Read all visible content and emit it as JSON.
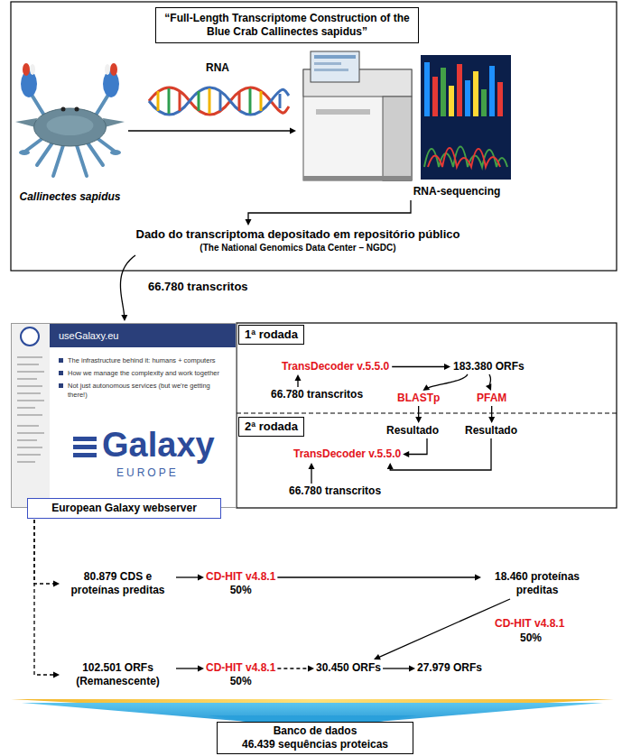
{
  "diagram": {
    "nodes": [
      {
        "text": [
          "“Full-Length Transcriptome Construction of the Blue Crab Callinectes sapidus”"
        ]
      },
      {
        "text": [
          "Callinectes sapidus"
        ]
      },
      {
        "text": [
          "RNA-sequencing"
        ]
      },
      {
        "text": [
          "Dado do transcriptoma depositado em repositório público",
          "(The National Genomics Data Center – NGDC)"
        ]
      },
      {
        "text": [
          "useGalaxy.eu",
          "The infrastructure behind it: humans + computers",
          "How we manage the complexity and work together",
          "Not just autonomous services (but we're getting there!)",
          "Galaxy",
          "EUROPE"
        ]
      },
      {
        "text": [
          "European Galaxy webserver"
        ]
      },
      {
        "text": [
          "1ª rodada"
        ]
      },
      {
        "text": [
          "TransDecoder v.5.5.0"
        ]
      },
      {
        "text": [
          "183.380 ORFs"
        ]
      },
      {
        "text": [
          "66.780 transcritos"
        ]
      },
      {
        "text": [
          "BLASTp"
        ]
      },
      {
        "text": [
          "PFAM"
        ]
      },
      {
        "text": [
          "Resultado"
        ]
      },
      {
        "text": [
          "Resultado"
        ]
      },
      {
        "text": [
          "2ª rodada"
        ]
      },
      {
        "text": [
          "TransDecoder v.5.5.0"
        ]
      },
      {
        "text": [
          "66.780 transcritos"
        ]
      },
      {
        "text": [
          "80.879 CDS e proteínas preditas"
        ]
      },
      {
        "text": [
          "CD-HIT v4.8.1",
          "50%"
        ]
      },
      {
        "text": [
          "18.460 proteínas preditas"
        ]
      },
      {
        "text": [
          "102.501 ORFs (Remanescente)"
        ]
      },
      {
        "text": [
          "CD-HIT v4.8.1",
          "50%"
        ]
      },
      {
        "text": [
          "30.450 ORFs"
        ]
      },
      {
        "text": [
          "27.979 ORFs"
        ]
      },
      {
        "text": [
          "Banco de dados",
          "46.439 sequências proteicas"
        ]
      }
    ],
    "edges": [
      {
        "from": 1,
        "to": 2,
        "arrow": "to"
      },
      {
        "from": 2,
        "to": 3,
        "arrow": "to"
      },
      {
        "from": 3,
        "to": 4,
        "label": "66.780 transcritos",
        "arrow": "to"
      },
      {
        "from": 9,
        "to": 7,
        "arrow": "to"
      },
      {
        "from": 7,
        "to": 8,
        "arrow": "to"
      },
      {
        "from": 8,
        "to": 10,
        "arrow": "to"
      },
      {
        "from": 8,
        "to": 11,
        "arrow": "to"
      },
      {
        "from": 10,
        "to": 12,
        "arrow": "to"
      },
      {
        "from": 11,
        "to": 13,
        "arrow": "to"
      },
      {
        "from": 12,
        "to": 15,
        "arrow": "to"
      },
      {
        "from": 13,
        "to": 15,
        "arrow": "to"
      },
      {
        "from": 16,
        "to": 15,
        "arrow": "to"
      },
      {
        "from": 5,
        "to": 17,
        "arrow": "to"
      },
      {
        "from": 5,
        "to": 20,
        "arrow": "to"
      },
      {
        "from": 17,
        "to": 18,
        "arrow": "to"
      },
      {
        "from": 18,
        "to": 19,
        "arrow": "to"
      },
      {
        "from": 19,
        "to": 22,
        "arrow": "to"
      },
      {
        "from": 20,
        "to": 21,
        "arrow": "to"
      },
      {
        "from": 21,
        "to": 22,
        "arrow": "to"
      },
      {
        "from": 22,
        "to": 23,
        "arrow": "to"
      }
    ],
    "labels": [
      "RNA",
      "CD-HIT v4.8.1",
      "50%"
    ]
  }
}
